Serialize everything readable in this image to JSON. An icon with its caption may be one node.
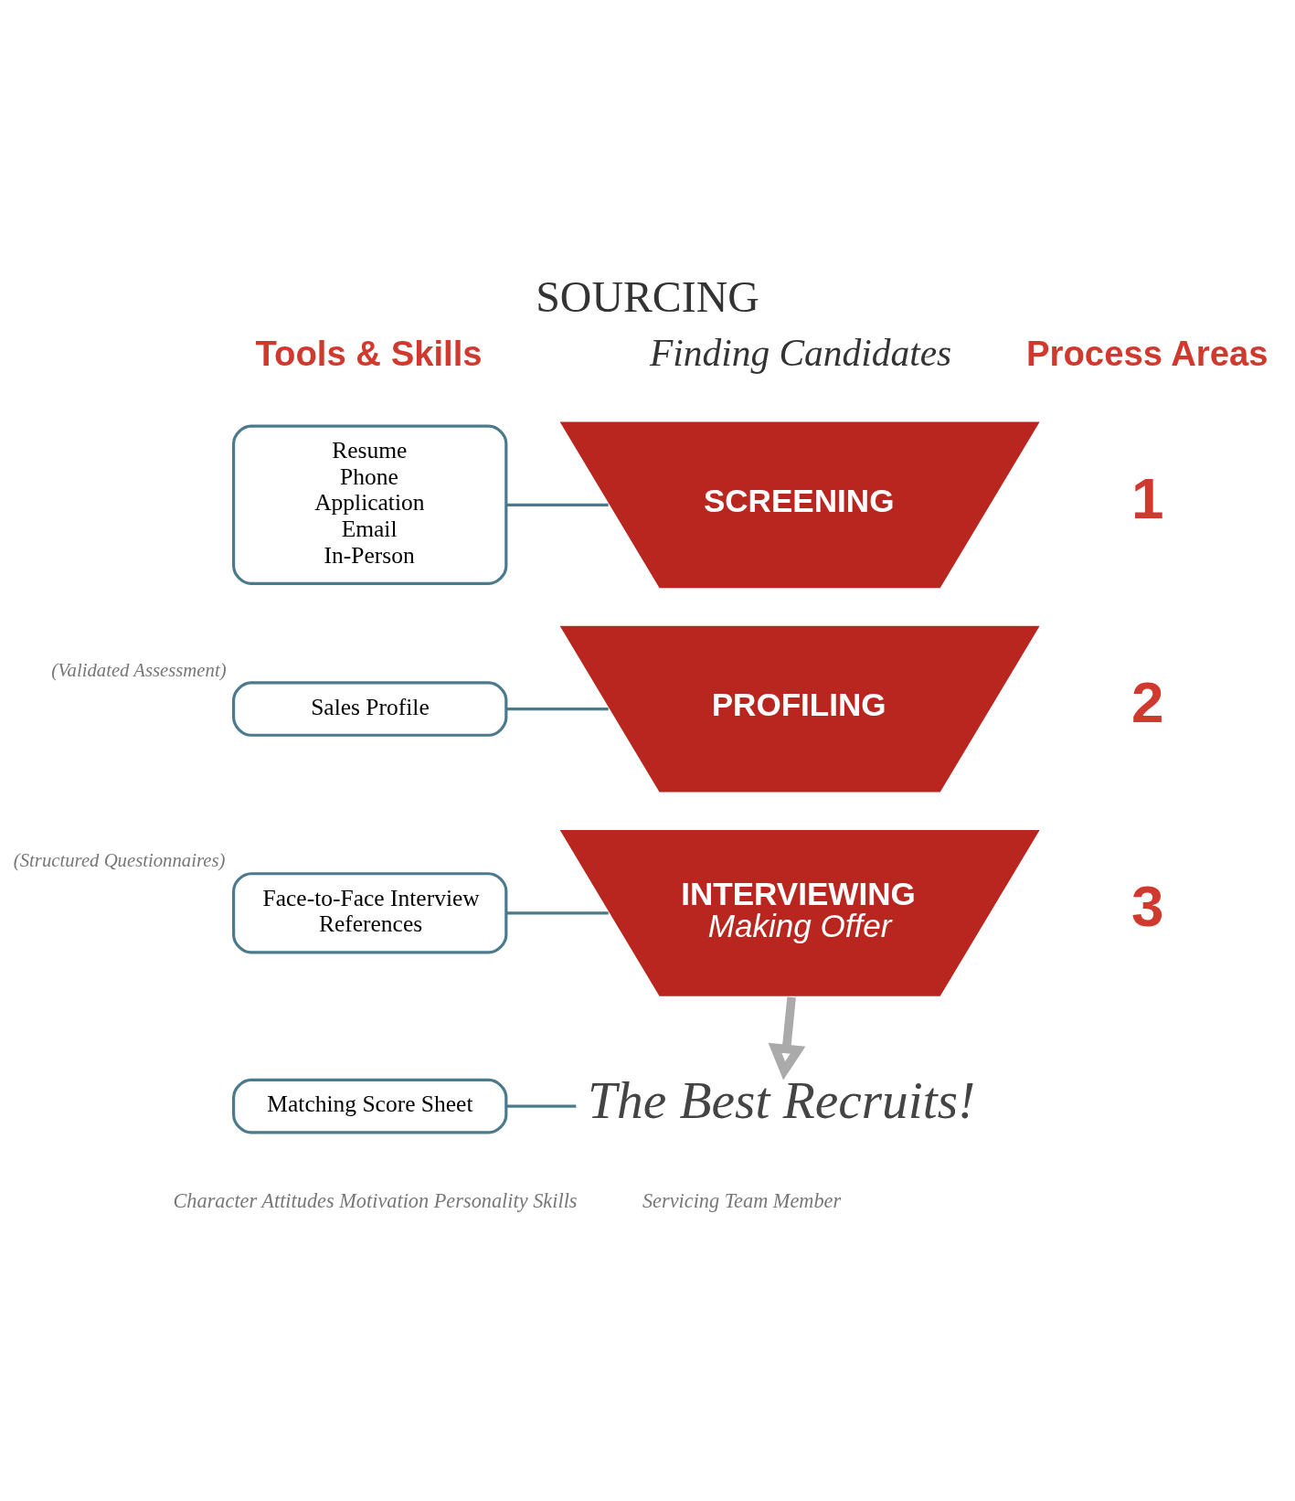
{
  "diagram": {
    "title": "SOURCING",
    "nodes": [
      {
        "text": [
          "Resume",
          "Phone",
          "Application",
          "Email",
          "In-Person"
        ]
      },
      {
        "text": [
          "SCREENING"
        ]
      },
      {
        "text": [
          "Sales Profile"
        ],
        "beside": [
          "(Validated Assessment)"
        ]
      },
      {
        "text": [
          "PROFILING"
        ]
      },
      {
        "text": [
          "Face-to-Face Interview",
          "References"
        ],
        "beside": [
          "(Structured Questionnaires)"
        ]
      },
      {
        "text": [
          "INTERVIEWING",
          "Making Offer"
        ]
      },
      {
        "text": [
          "Matching Score Sheet"
        ]
      },
      {
        "text": [
          "The Best Recruits!"
        ]
      }
    ],
    "edges": [
      {
        "from": 0,
        "to": 1,
        "arrow": "none"
      },
      {
        "from": 2,
        "to": 3,
        "arrow": "none"
      },
      {
        "from": 4,
        "to": 5,
        "arrow": "none"
      },
      {
        "from": 5,
        "to": 7,
        "arrow": "to",
        "style": "thick",
        "color": "#aaaaaa"
      },
      {
        "from": 6,
        "to": 7,
        "arrow": "none"
      }
    ],
    "labels": [
      "Finding Candidates",
      "Tools & Skills",
      "Process Areas",
      "1",
      "2",
      "3",
      "Character Attitudes Motivation Personality Skills",
      "Servicing Team Member"
    ]
  }
}
